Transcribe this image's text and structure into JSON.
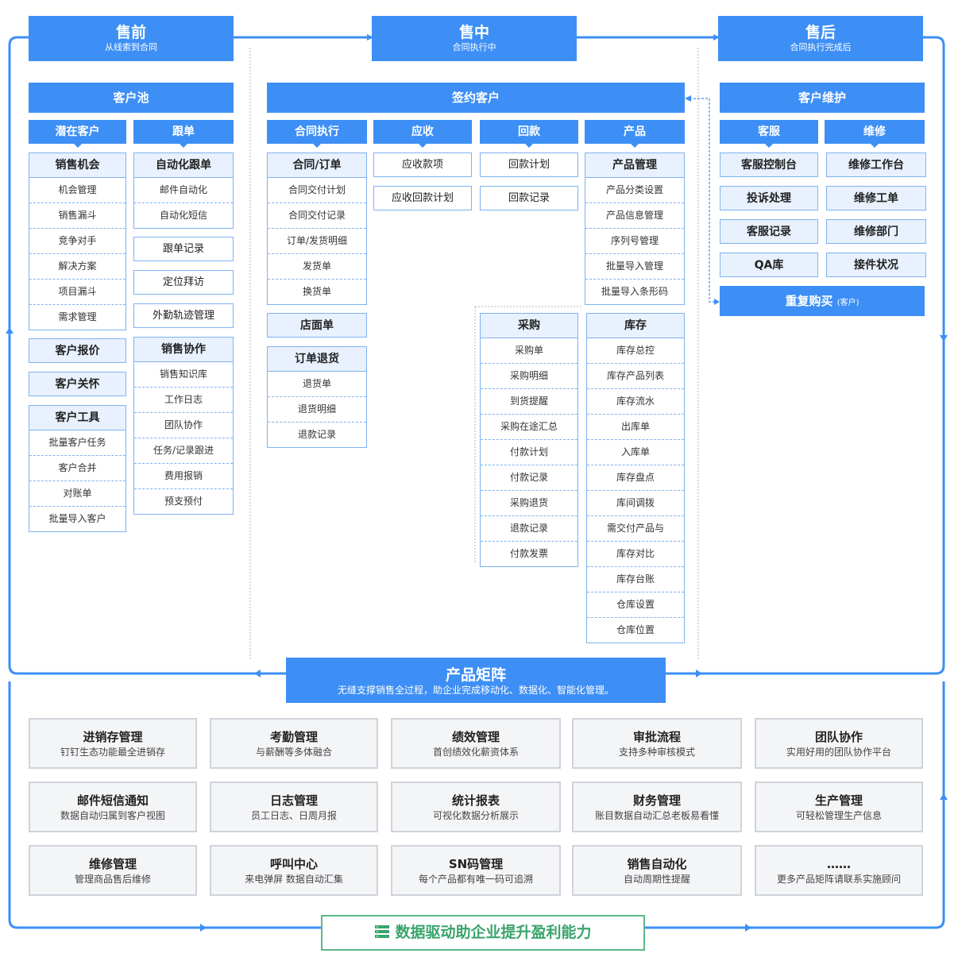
{
  "phases": {
    "pre": {
      "title": "售前",
      "subtitle": "从线索到合同"
    },
    "mid": {
      "title": "售中",
      "subtitle": "合同执行中"
    },
    "post": {
      "title": "售后",
      "subtitle": "合同执行完成后"
    }
  },
  "pre": {
    "header": "客户池",
    "sub1": "潜在客户",
    "sub2": "跟单",
    "sales_opportunity": {
      "title": "销售机会",
      "items": [
        "机会管理",
        "销售漏斗",
        "竞争对手",
        "解决方案",
        "项目漏斗",
        "需求管理"
      ]
    },
    "quote": "客户报价",
    "care": "客户关怀",
    "tools": {
      "title": "客户工具",
      "items": [
        "批量客户任务",
        "客户合并",
        "对账单",
        "批量导入客户"
      ]
    },
    "auto_follow": {
      "title": "自动化跟单",
      "items": [
        "邮件自动化",
        "自动化短信"
      ]
    },
    "follow_record": "跟单记录",
    "location_visit": "定位拜访",
    "field_track": "外勤轨迹管理",
    "collab": {
      "title": "销售协作",
      "items": [
        "销售知识库",
        "工作日志",
        "团队协作",
        "任务/记录跟进",
        "费用报销",
        "预支预付"
      ]
    }
  },
  "mid": {
    "header": "签约客户",
    "sub_contract": "合同执行",
    "sub_receivable": "应收",
    "sub_payment": "回款",
    "sub_product": "产品",
    "contract": {
      "title": "合同/订单",
      "items": [
        "合同交付计划",
        "合同交付记录",
        "订单/发货明细",
        "发货单",
        "换货单"
      ]
    },
    "store_order": "店面单",
    "returns": {
      "title": "订单退货",
      "items": [
        "退货单",
        "退货明细",
        "退款记录"
      ]
    },
    "receivable_items": [
      "应收款项",
      "应收回款计划"
    ],
    "payment_items": [
      "回款计划",
      "回款记录"
    ],
    "product": {
      "title": "产品管理",
      "items": [
        "产品分类设置",
        "产品信息管理",
        "序列号管理",
        "批量导入管理",
        "批量导入条形码"
      ]
    },
    "purchase": {
      "title": "采购",
      "items": [
        "采购单",
        "采购明细",
        "到货提醒",
        "采购在途汇总",
        "付款计划",
        "付款记录",
        "采购退货",
        "退款记录",
        "付款发票"
      ]
    },
    "inventory": {
      "title": "库存",
      "items": [
        "库存总控",
        "库存产品列表",
        "库存流水",
        "出库单",
        "入库单",
        "库存盘点",
        "库间调拨",
        "需交付产品与",
        "库存对比",
        "库存台账",
        "仓库设置",
        "仓库位置"
      ]
    }
  },
  "post": {
    "header": "客户维护",
    "sub_service": "客服",
    "sub_repair": "维修",
    "service_items": [
      "客服控制台",
      "投诉处理",
      "客服记录",
      "QA库"
    ],
    "repair_items": [
      "维修工作台",
      "维修工单",
      "维修部门",
      "接件状况"
    ],
    "repeat_buy": "重复购买",
    "repeat_buy_note": "(客户)"
  },
  "matrix": {
    "title": "产品矩阵",
    "subtitle": "无缝支撑销售全过程，助企业完成移动化、数据化、智能化管理。",
    "cards": [
      {
        "title": "进销存管理",
        "desc": "钉钉生态功能最全进销存"
      },
      {
        "title": "考勤管理",
        "desc": "与薪酬等多体融合"
      },
      {
        "title": "绩效管理",
        "desc": "首创绩效化薪资体系"
      },
      {
        "title": "审批流程",
        "desc": "支持多种审核模式"
      },
      {
        "title": "团队协作",
        "desc": "实用好用的团队协作平台"
      },
      {
        "title": "邮件短信通知",
        "desc": "数据自动归属到客户视图"
      },
      {
        "title": "日志管理",
        "desc": "员工日志、日周月报"
      },
      {
        "title": "统计报表",
        "desc": "可视化数据分析展示"
      },
      {
        "title": "财务管理",
        "desc": "账目数据自动汇总老板易看懂"
      },
      {
        "title": "生产管理",
        "desc": "可轻松管理生产信息"
      },
      {
        "title": "维修管理",
        "desc": "管理商品售后维修"
      },
      {
        "title": "呼叫中心",
        "desc": "来电弹屏 数据自动汇集"
      },
      {
        "title": "SN码管理",
        "desc": "每个产品都有唯一码可追溯"
      },
      {
        "title": "销售自动化",
        "desc": "自动周期性提醒"
      },
      {
        "title": "……",
        "desc": "更多产品矩阵请联系实施顾问"
      }
    ]
  },
  "bottom": {
    "text": "数据驱动助企业提升盈利能力",
    "icon": "server-icon",
    "color": "#3aa56b"
  },
  "colors": {
    "accent": "#3d8ff5",
    "border": "#7fb2f2",
    "header_fill": "#e8f1fd"
  }
}
